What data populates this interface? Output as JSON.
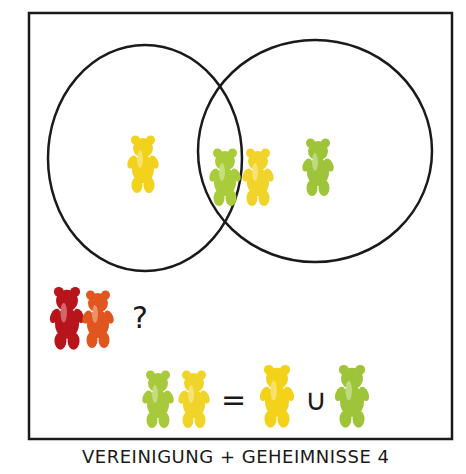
{
  "diagram": {
    "caption": "VEREINIGUNG + GEHEIMNISSE 4",
    "labels": [
      "?",
      "=",
      "∪"
    ]
  }
}
